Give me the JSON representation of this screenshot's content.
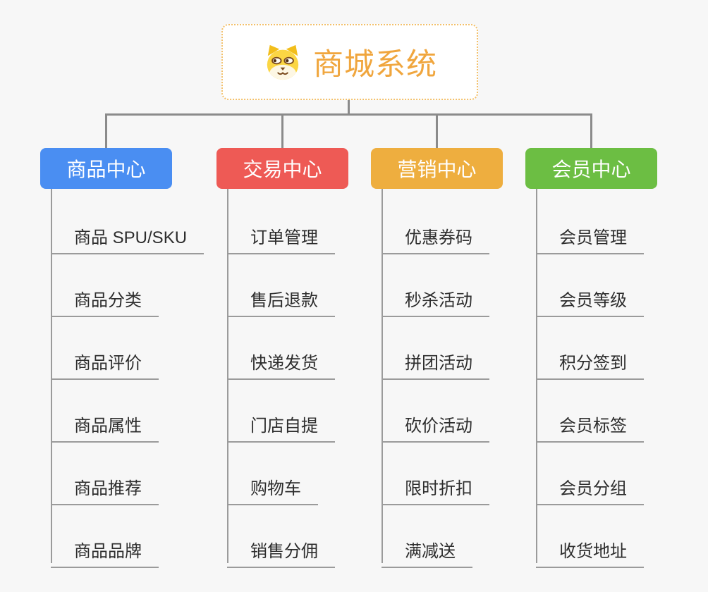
{
  "canvas": {
    "background": "#f7f7f7",
    "connector_color": "#8b8b8b",
    "leaf_line_color": "#9b9b9b"
  },
  "root": {
    "label": "商城系统",
    "icon": "dog-face-icon",
    "text_color": "#f0a63e",
    "border_color": "#f3c06a",
    "fill": "#ffffff"
  },
  "branches": [
    {
      "label": "商品中心",
      "color": "#4a8ef2",
      "items": [
        "商品 SPU/SKU",
        "商品分类",
        "商品评价",
        "商品属性",
        "商品推荐",
        "商品品牌"
      ]
    },
    {
      "label": "交易中心",
      "color": "#ee5a55",
      "items": [
        "订单管理",
        "售后退款",
        "快递发货",
        "门店自提",
        "购物车",
        "销售分佣"
      ]
    },
    {
      "label": "营销中心",
      "color": "#eeae3f",
      "items": [
        "优惠券码",
        "秒杀活动",
        "拼团活动",
        "砍价活动",
        "限时折扣",
        "满减送"
      ]
    },
    {
      "label": "会员中心",
      "color": "#6cbe43",
      "items": [
        "会员管理",
        "会员等级",
        "积分签到",
        "会员标签",
        "会员分组",
        "收货地址"
      ]
    }
  ]
}
